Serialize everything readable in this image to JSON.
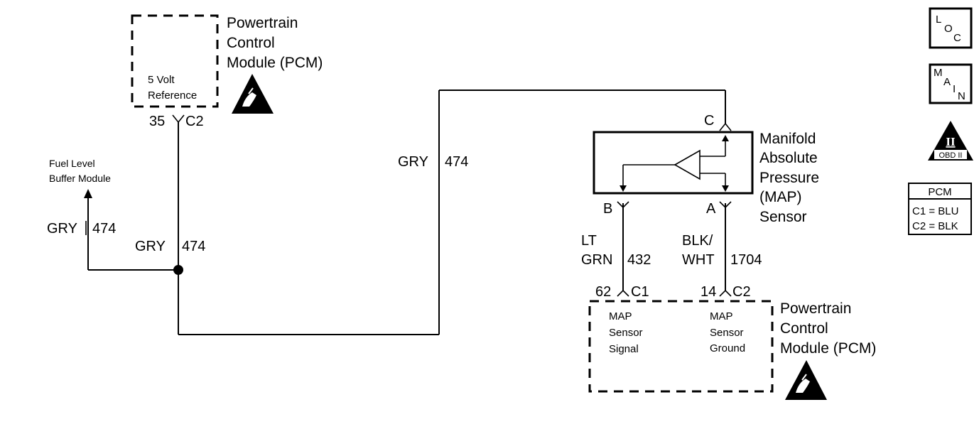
{
  "pcm_top": {
    "title": [
      "Powertrain",
      "Control",
      "Module (PCM)"
    ],
    "circuit": [
      "5 Volt",
      "Reference"
    ],
    "pin": "35",
    "connector": "C2",
    "esd_icon": "electrostatic-discharge-icon"
  },
  "fuel_level": {
    "label": [
      "Fuel Level",
      "Buffer Module"
    ]
  },
  "wires": {
    "left_branch": {
      "color": "GRY",
      "circuit": "474"
    },
    "main_vertical": {
      "color": "GRY",
      "circuit": "474"
    },
    "long_run": {
      "color": "GRY",
      "circuit": "474"
    },
    "signal": {
      "color": [
        "LT",
        "GRN"
      ],
      "circuit": "432"
    },
    "ground": {
      "color": [
        "BLK/",
        "WHT"
      ],
      "circuit": "1704"
    }
  },
  "map_sensor": {
    "title": [
      "Manifold",
      "Absolute",
      "Pressure",
      "(MAP)",
      "Sensor"
    ],
    "pin_c": "C",
    "pin_b": "B",
    "pin_a": "A"
  },
  "pcm_bottom": {
    "title": [
      "Powertrain",
      "Control",
      "Module (PCM)"
    ],
    "signal_pin": "62",
    "signal_connector": "C1",
    "ground_pin": "14",
    "ground_connector": "C2",
    "signal_label": [
      "MAP",
      "Sensor",
      "Signal"
    ],
    "ground_label": [
      "MAP",
      "Sensor",
      "Ground"
    ],
    "esd_icon": "electrostatic-discharge-icon"
  },
  "legend": {
    "loc_letters": [
      "L",
      "O",
      "C"
    ],
    "main_letters": [
      "M",
      "A",
      "I",
      "N"
    ],
    "obd_numeral": "II",
    "obd_label": "OBD II",
    "pcm_table": {
      "header": "PCM",
      "rows": [
        "C1 = BLU",
        "C2 = BLK"
      ]
    }
  }
}
